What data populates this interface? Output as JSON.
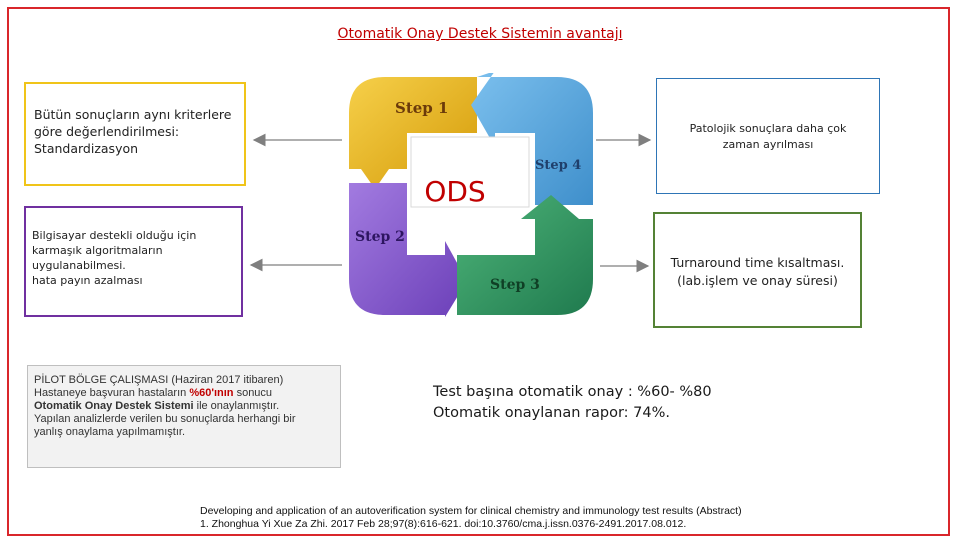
{
  "title": "Otomatik Onay Destek Sistemin avantajı",
  "box_standardization": {
    "line1": "Bütün sonuçların aynı kriterlere",
    "line2": "göre değerlendirilmesi:",
    "line3": "Standardizasyon"
  },
  "box_computer": {
    "line1": "Bilgisayar destekli olduğu için",
    "line2": "karmaşık algoritmaların",
    "line3": "uygulanabilmesi.",
    "line4": "hata payın azalması"
  },
  "box_pathologic": {
    "line1": "Patolojik sonuçlara daha çok",
    "line2": "zaman ayrılması"
  },
  "box_turnaround": {
    "line1": "Turnaround time kısaltması.",
    "line2": "(lab.işlem ve onay süresi)"
  },
  "pilot": {
    "line1": "PİLOT BÖLGE ÇALIŞMASI (Haziran 2017 itibaren)",
    "line2_a": "Hastaneye başvuran hastaların ",
    "line2_red": "%60'ının",
    "line2_b": " sonucu",
    "line3_bold": "Otomatik Onay Destek Sistemi",
    "line3_b": " ile onaylanmıştır.",
    "line4": "Yapılan analizlerde verilen bu sonuçlarda herhangi bir",
    "line5": "yanlış onaylama yapılmamıştır."
  },
  "stats": {
    "line1": "Test başına otomatik onay :  %60- %80",
    "line2": "Otomatik onaylanan rapor: 74%."
  },
  "reference": {
    "line1": "Developing and application of an autoverification system for clinical chemistry and immunology test results (Abstract)",
    "line2": "1. Zhonghua Yi Xue Za Zhi. 2017 Feb 28;97(8):616-621. doi:10.3760/cma.j.issn.0376-2491.2017.08.012."
  },
  "cycle": {
    "center": "ODS",
    "step1": "Step 1",
    "step2": "Step 2",
    "step3": "Step 3",
    "step4": "Step 4",
    "colors": {
      "step1": "#e8b417",
      "step2": "#8b5fd0",
      "step3": "#3a9a6a",
      "step4": "#5aa5dc"
    }
  },
  "colors": {
    "title": "#c00000",
    "frame": "#d9262b"
  }
}
